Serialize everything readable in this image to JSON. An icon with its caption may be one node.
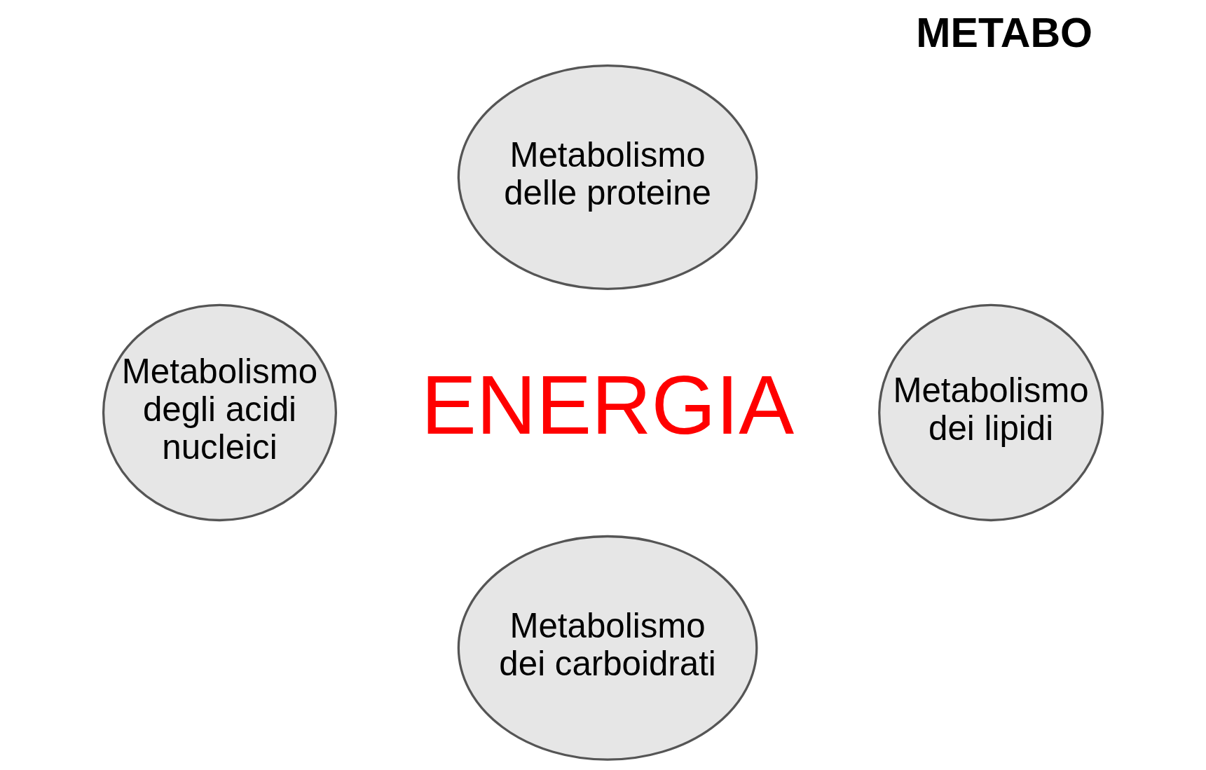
{
  "diagram": {
    "title": "METABO",
    "nodes": [
      {
        "text": [
          "Metabolismo delle proteine"
        ]
      },
      {
        "text": [
          "Metabolismo degli acidi nucleici"
        ]
      },
      {
        "text": [
          "Metabolismo dei lipidi"
        ]
      },
      {
        "text": [
          "Metabolismo dei carboidrati"
        ]
      }
    ],
    "labels": [
      "ENERGIA"
    ]
  }
}
